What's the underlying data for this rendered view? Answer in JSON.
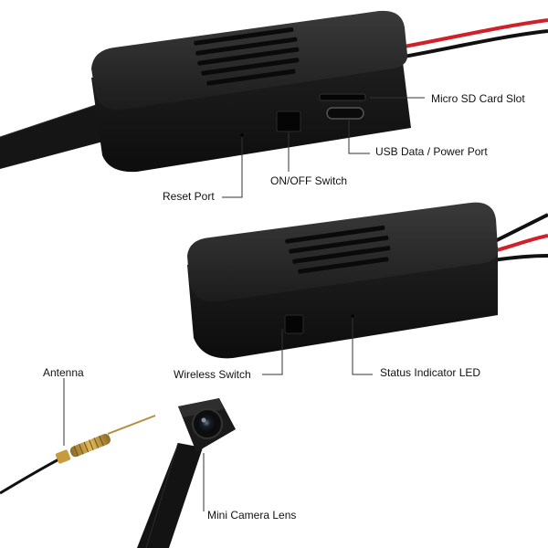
{
  "labels": {
    "micro_sd_card_slot": "Micro SD Card Slot",
    "usb_data_power_port": "USB Data / Power Port",
    "on_off_switch": "ON/OFF Switch",
    "reset_port": "Reset Port",
    "wireless_switch": "Wireless Switch",
    "status_indicator_led": "Status Indicator LED",
    "antenna": "Antenna",
    "mini_camera_lens": "Mini Camera Lens"
  },
  "colors": {
    "device_body": "#1a1a1a",
    "device_edge": "#2b2b2b",
    "wire_red": "#d0202a",
    "wire_black": "#111111",
    "antenna_brass": "#c79a3b",
    "label_text": "#111111"
  }
}
